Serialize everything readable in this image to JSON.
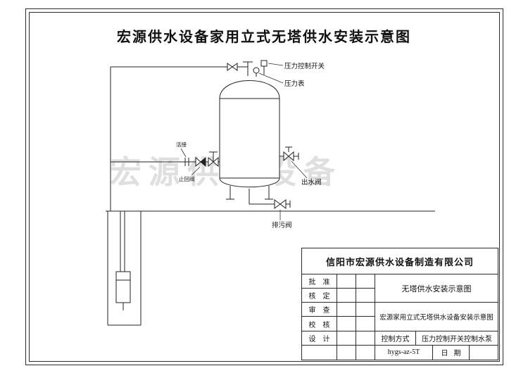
{
  "page": {
    "title": "宏源供水设备家用立式无塔供水安装示意图"
  },
  "watermark": "宏源供水设备",
  "diagram": {
    "labels": {
      "pressure_switch": "压力控制开关",
      "pressure_gauge": "压力表",
      "union": "活接",
      "check_valve": "止回阀",
      "outlet_valve": "出水阀",
      "drain_valve": "排污阀"
    }
  },
  "title_block": {
    "company": "信阳市宏源供水设备制造有限公司",
    "approval_rows": [
      {
        "label": "批准"
      },
      {
        "label": "核定"
      },
      {
        "label": "审查"
      },
      {
        "label": "校核"
      },
      {
        "label": "设计"
      }
    ],
    "doc_title_1": "无塔供水安装示意图",
    "doc_title_2": "宏源家用立式无塔供水设备安装示意图",
    "control_label": "控制方式",
    "control_value": "压力控制开关控制水泵",
    "model_code": "hygs-az-5T",
    "date_label": "日期"
  }
}
